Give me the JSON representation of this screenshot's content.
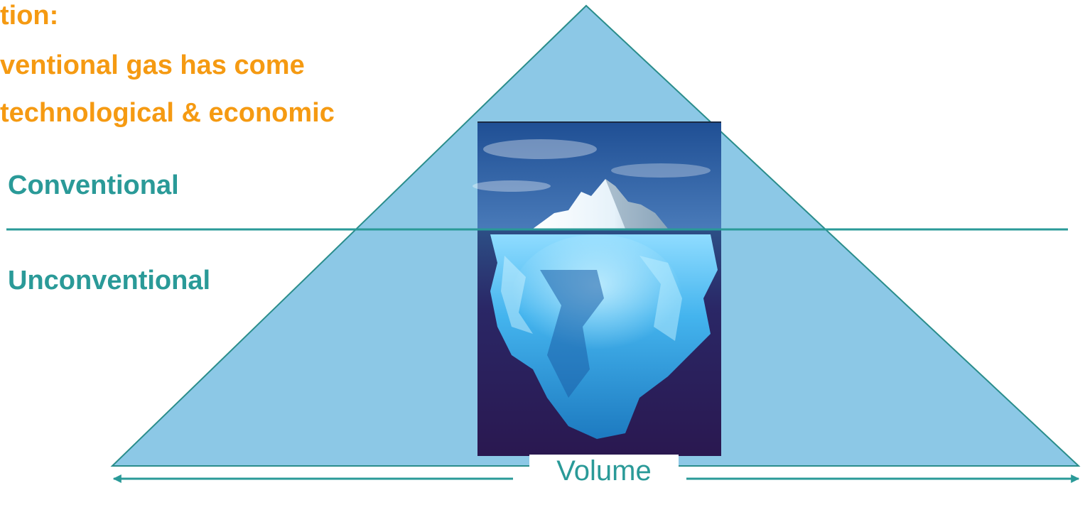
{
  "heading": {
    "lines": [
      "tion:",
      "ventional gas has come",
      "technological & economic"
    ]
  },
  "layers": {
    "upper_label": "Conventional",
    "lower_label": "Unconventional"
  },
  "axis": {
    "label": "Volume"
  },
  "colors": {
    "heading": "#f59a12",
    "label_teal": "#2a9a98",
    "pyramid_fill": "#8cc8e6",
    "pyramid_stroke": "#2a8d8b",
    "divider": "#2a9a98",
    "arrow": "#2a9a98",
    "sky_top": "#2a5ea0",
    "sky_bottom": "#a8cae6",
    "deep_water": "#2a1a55",
    "ice_light": "#d8f4ff",
    "ice_mid": "#4ab8ee",
    "ice_deep": "#1a78c2"
  },
  "icons": {
    "illustration": "iceberg-image",
    "axis_arrows": "double-headed-arrow"
  }
}
